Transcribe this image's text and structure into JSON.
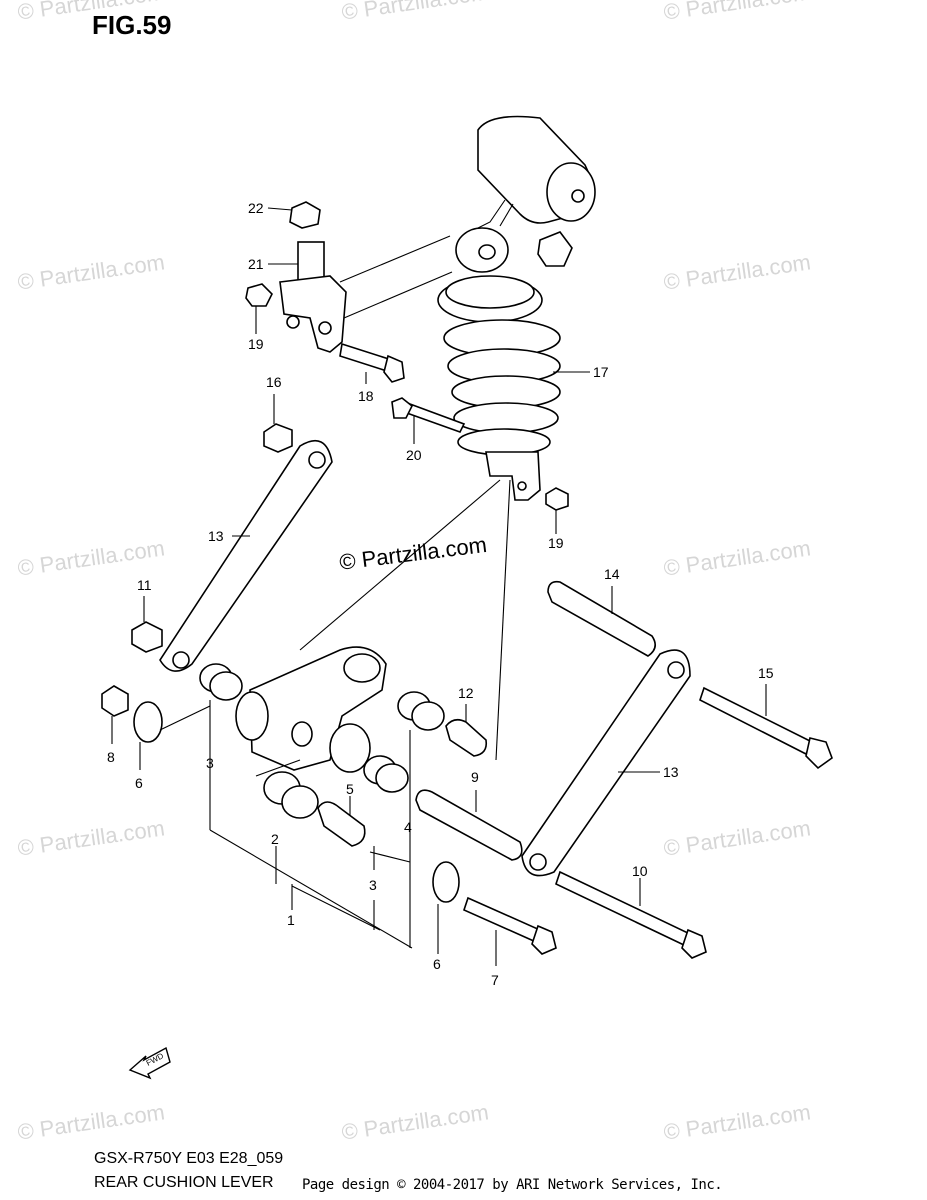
{
  "header": {
    "figure_label": "FIG.59"
  },
  "footer": {
    "model_code": "GSX-R750Y E03 E28_059",
    "section_name": "REAR CUSHION LEVER",
    "copyright": "Page design © 2004-2017 by ARI Network Services, Inc."
  },
  "watermark": {
    "text": "© Partzilla.com",
    "center_text": "© Partzilla.com"
  },
  "fwd_label": "FWD",
  "callouts": {
    "c22": "22",
    "c21": "21",
    "c19a": "19",
    "c18": "18",
    "c16": "16",
    "c17": "17",
    "c20": "20",
    "c19b": "19",
    "c13a": "13",
    "c11": "11",
    "c14": "14",
    "c15": "15",
    "c8": "8",
    "c6a": "6",
    "c3a": "3",
    "c12": "12",
    "c4": "4",
    "c5": "5",
    "c9": "9",
    "c13b": "13",
    "c2": "2",
    "c3b": "3",
    "c10": "10",
    "c1": "1",
    "c6b": "6",
    "c7": "7"
  }
}
